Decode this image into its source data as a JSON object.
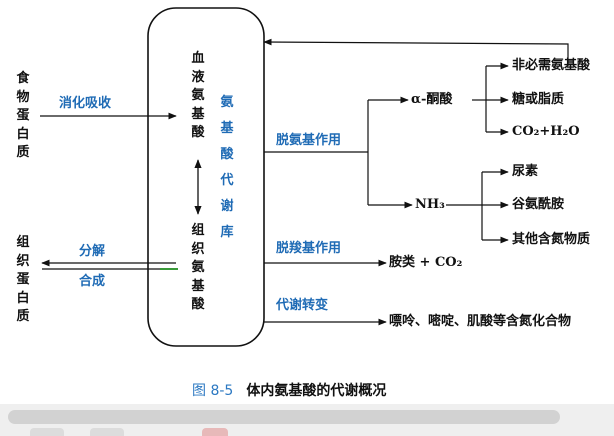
{
  "left": {
    "food_protein": "食物蛋白质",
    "tissue_protein": "组织蛋白质",
    "digest_absorb": "消化吸收",
    "decompose": "分解",
    "synthesize": "合成"
  },
  "pool": {
    "blood_aa": "血液氨基酸",
    "tissue_aa": "组织氨基酸",
    "pool_name": "氨基酸代谢库"
  },
  "processes": {
    "deamination": "脱氨基作用",
    "decarboxylation": "脱羧基作用",
    "metabolic_conversion": "代谢转变"
  },
  "products": {
    "alpha_keto_acid": "α-酮酸",
    "nonessential_aa": "非必需氨基酸",
    "sugar_or_fat": "糖或脂质",
    "co2_h2o": "CO₂+H₂O",
    "nh3": "NH₃",
    "urea": "尿素",
    "glutamine": "谷氨酰胺",
    "other_n": "其他含氮物质",
    "amines_co2": "胺类 + CO₂",
    "purine_etc": "嘌呤、嘧啶、肌酸等含氮化合物"
  },
  "caption": {
    "number": "图 8-5",
    "title": "体内氨基酸的代谢概况"
  }
}
